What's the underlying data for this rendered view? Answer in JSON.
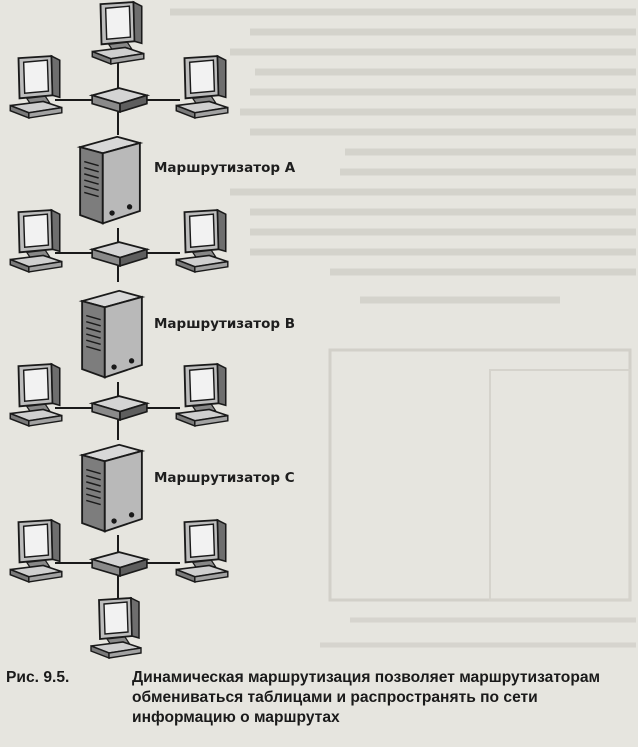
{
  "figure": {
    "routers": [
      {
        "label": "Маршрутизатор А"
      },
      {
        "label": "Маршрутизатор В"
      },
      {
        "label": "Маршрутизатор С"
      }
    ],
    "caption_number": "Рис. 9.5.",
    "caption_text": "Динамическая маршрутизация позволяет маршрутизаторам обмениваться таблицами и распространять по сети информацию о маршрутах"
  }
}
